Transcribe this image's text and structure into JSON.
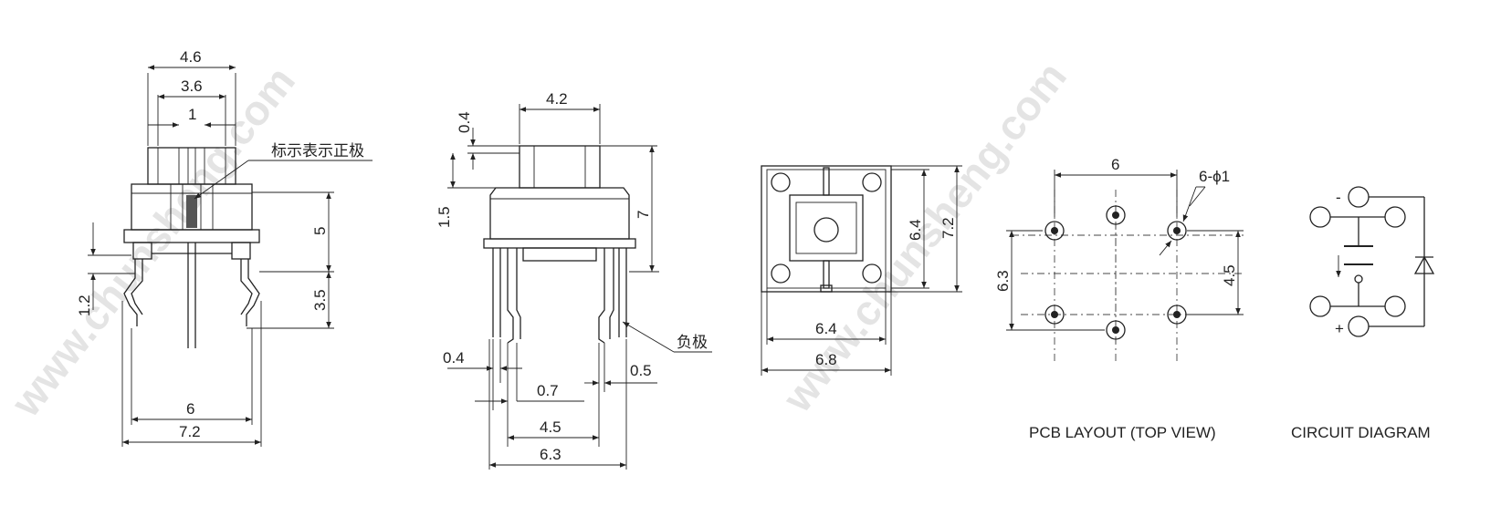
{
  "watermark": "www.chunsheng.com",
  "side_view": {
    "dims": {
      "top_w": "4.6",
      "mid_w": "3.6",
      "inner_w": "1",
      "h_body": "5",
      "h_pin": "3.5",
      "h_offset": "1.2",
      "pitch": "6",
      "overall_w": "7.2"
    },
    "note": "标示表示正极"
  },
  "front_view": {
    "dims": {
      "stem_h": "0.4",
      "cap_w": "4.2",
      "base_h": "1.5",
      "total_h": "7",
      "pin_w": "0.4",
      "pin_gap": "0.7",
      "pin_t": "0.5",
      "pitch": "4.5",
      "overall_w": "6.3"
    },
    "note": "负极"
  },
  "top_view": {
    "dims": {
      "inner_h": "6.4",
      "outer_h": "7.2",
      "inner_w": "6.4",
      "outer_w": "6.8"
    }
  },
  "pcb_layout": {
    "dims": {
      "pitch_x": "6",
      "holes": "6-ϕ1",
      "pitch_y": "6.3",
      "offset_y": "4.5"
    },
    "caption": "PCB LAYOUT (TOP VIEW)"
  },
  "circuit": {
    "minus": "-",
    "plus": "+",
    "caption": "CIRCUIT DIAGRAM"
  }
}
